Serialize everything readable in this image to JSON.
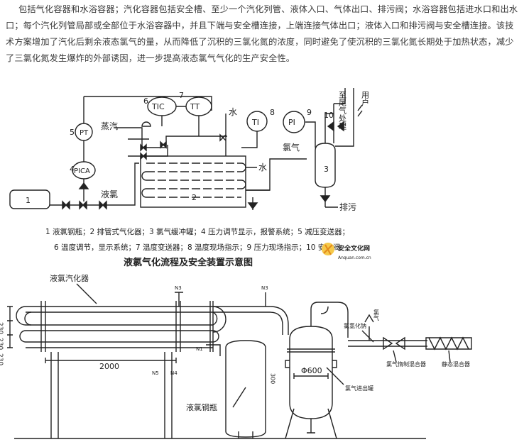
{
  "paragraph": "包括气化容器和水浴容器；汽化容器包括安全槽、至少一个汽化列管、液体入口、气体出口、排污阀；水浴容器包括进水口和出水口；每个汽化列管局部或全部位于水浴容器中，并且下端与安全槽连接，上端连接气体出口；液体入口和排污阀与安全槽连接。该技术方案增加了汽化后剩余液态氯气的量，从而降低了沉积的三氯化氮的浓度，同时避免了使沉积的三氯化氮长期处于加热状态，减少了三氯化氮发生爆炸的外部诱因，进一步提高液态氯气气化的生产安全性。",
  "upper_diagram": {
    "instruments": {
      "pt": "PT",
      "pica": "PICA",
      "tic": "TIC",
      "tt": "TT",
      "ti": "TI",
      "pi": "PI"
    },
    "numbers": [
      "1",
      "2",
      "3",
      "4",
      "5",
      "6",
      "7",
      "8",
      "9",
      "10"
    ],
    "labels": {
      "steam": "蒸汽",
      "liquid_chlorine": "液氯",
      "water_top": "水",
      "water_side": "水",
      "chlorine_gas": "氯气",
      "drain": "排污",
      "to_tail_gas": "至尾气处理",
      "user": "用户"
    },
    "legend_line1": "1 液氯钢瓶；2 排管式气化器；3 氯气缓冲罐；4 压力调节显示，报警系统；5 减压变送器；",
    "legend_line2": "6 温度调节，显示系统；7 温度变送器；8 温度现场指示；9 压力现场指示；10 安全阀",
    "title": "液氯气化流程及安全装置示意图"
  },
  "watermark": {
    "text": "安全文化网",
    "url": "Anquan.com.cn"
  },
  "lower_diagram": {
    "labels": {
      "vaporizer": "液氯汽化器",
      "cylinder": "液氯钢瓶",
      "separator": "氯气进出罐",
      "chlorine": "氯气",
      "hydrogen_chloride": "氯氢化钠",
      "mixer_gas": "氯气惰制混合器",
      "static_mixer": "静态混合器"
    },
    "dims": {
      "length": "2000",
      "diameter": "Φ600",
      "pitch1": "230",
      "pitch2": "230",
      "pitch3": "230",
      "height": "300"
    },
    "nozzles": {
      "n1": "N1",
      "n3a": "N3",
      "n3b": "N3",
      "n4": "N4",
      "n5": "N5"
    }
  }
}
